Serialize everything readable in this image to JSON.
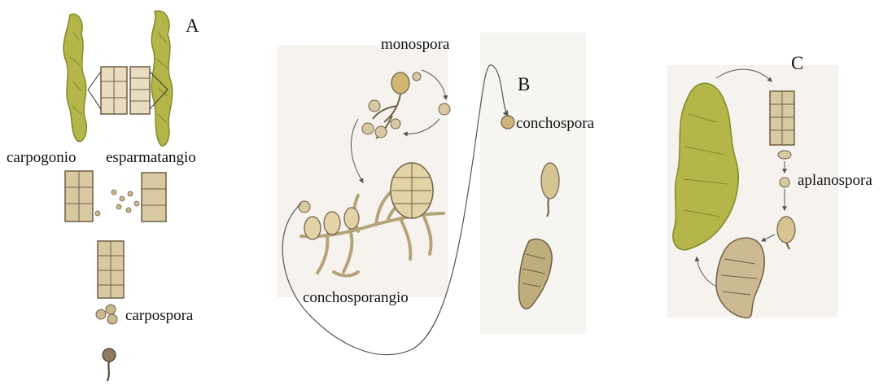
{
  "panels": {
    "A": {
      "letter": "A"
    },
    "B": {
      "letter": "B"
    },
    "C": {
      "letter": "C"
    }
  },
  "labels": {
    "carpogonio": "carpogonio",
    "esparmatangio": "esparmatangio",
    "carpospora": "carpospora",
    "monospora": "monospora",
    "conchospora": "conchospora",
    "conchosporangio": "conchosporangio",
    "aplanospora": "aplanospora"
  },
  "colors": {
    "thallus": "#b4b64a",
    "thallus_dark": "#7f8a2a",
    "cell_fill": "#d9c9a3",
    "cell_line": "#6e5f45",
    "arrow": "#555555",
    "panel_bg": "#f6f3ee"
  }
}
